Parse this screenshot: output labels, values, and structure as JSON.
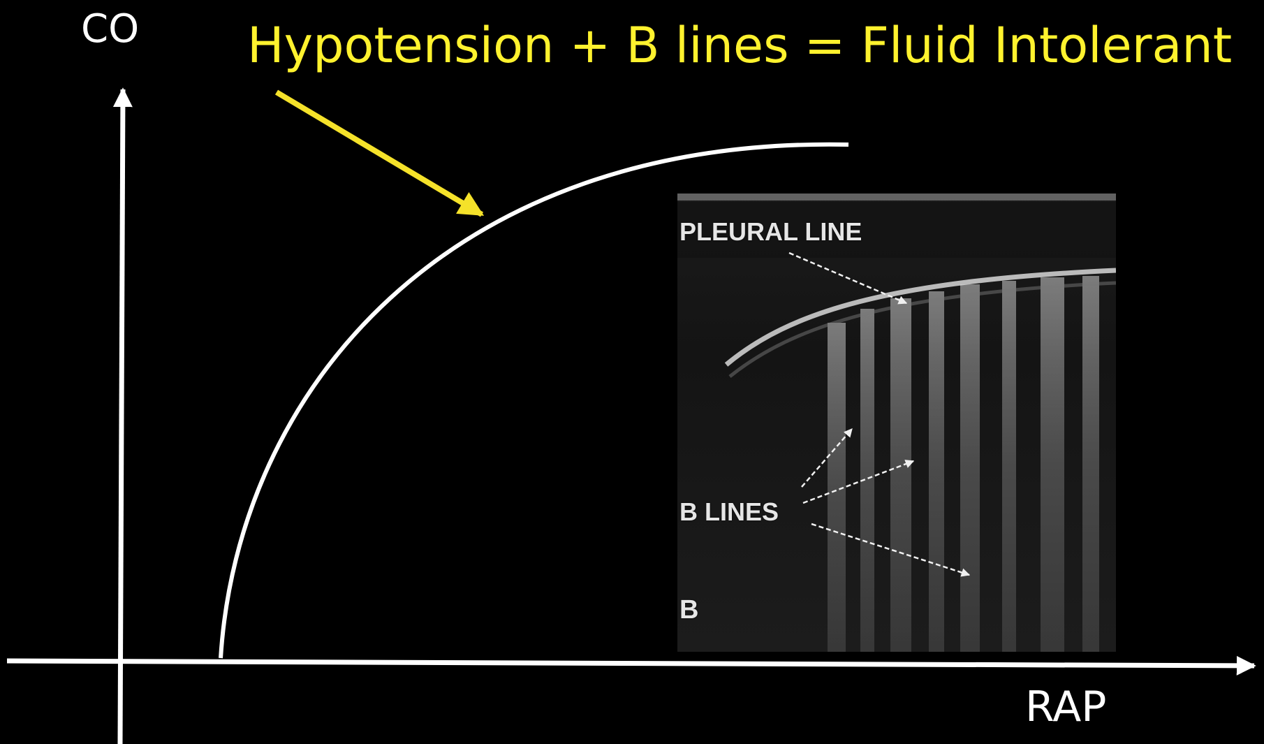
{
  "slide": {
    "title": "Hypotension + B lines = Fluid Intolerant",
    "y_axis_label": "CO",
    "x_axis_label": "RAP"
  },
  "ultrasound": {
    "pleural_label": "PLEURAL LINE",
    "blines_label": "B LINES",
    "panel_label": "B"
  },
  "colors": {
    "background": "#000000",
    "axes": "#ffffff",
    "curve": "#ffffff",
    "title": "#fff22e",
    "arrow": "#f5e22a"
  }
}
